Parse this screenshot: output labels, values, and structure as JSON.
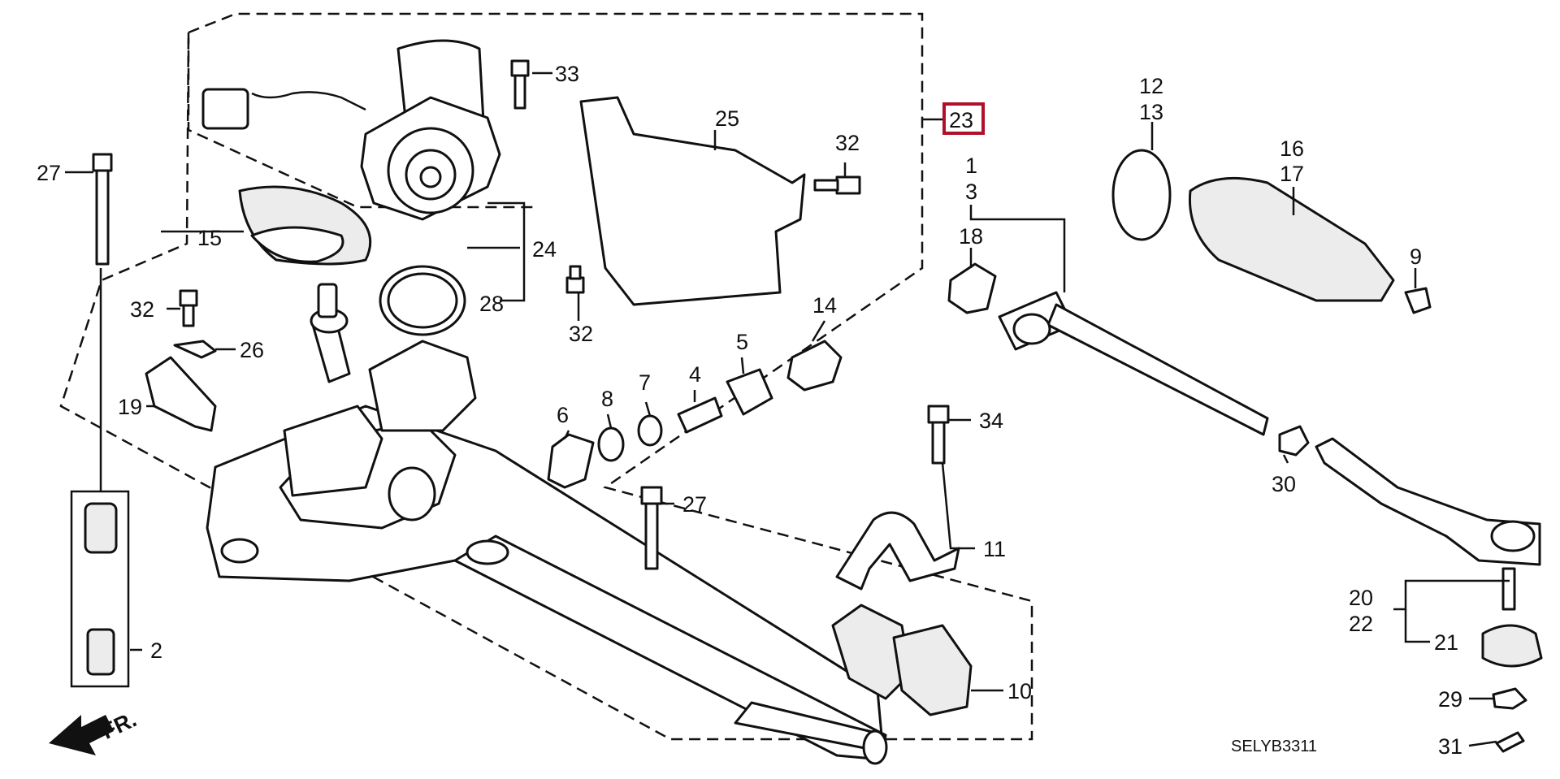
{
  "diagram": {
    "highlighted_callout": "23",
    "highlight_color": "#b0102a",
    "diagram_code": "SELYB3311",
    "direction_label": "FR.",
    "callouts": [
      "1",
      "2",
      "3",
      "4",
      "5",
      "6",
      "7",
      "8",
      "9",
      "10",
      "11",
      "12",
      "13",
      "14",
      "15",
      "16",
      "17",
      "18",
      "19",
      "20",
      "21",
      "22",
      "23",
      "24",
      "25",
      "26",
      "27",
      "27",
      "28",
      "29",
      "30",
      "31",
      "32",
      "32",
      "32",
      "33",
      "34"
    ]
  }
}
